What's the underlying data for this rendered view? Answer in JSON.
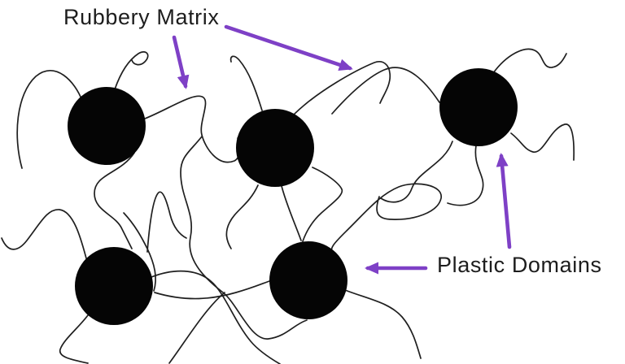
{
  "diagram": {
    "labels": {
      "rubbery_matrix": "Rubbery Matrix",
      "plastic_domains": "Plastic Domains"
    },
    "colors": {
      "arrow_accent": "#7E40C6",
      "chain_line": "#1F1F1F",
      "domain_fill": "#050505",
      "background": "#FFFFFF",
      "label_text": "#1D1D1D"
    },
    "elements": {
      "plastic_domain_count": 5,
      "annotation_arrow_count": 4
    }
  }
}
